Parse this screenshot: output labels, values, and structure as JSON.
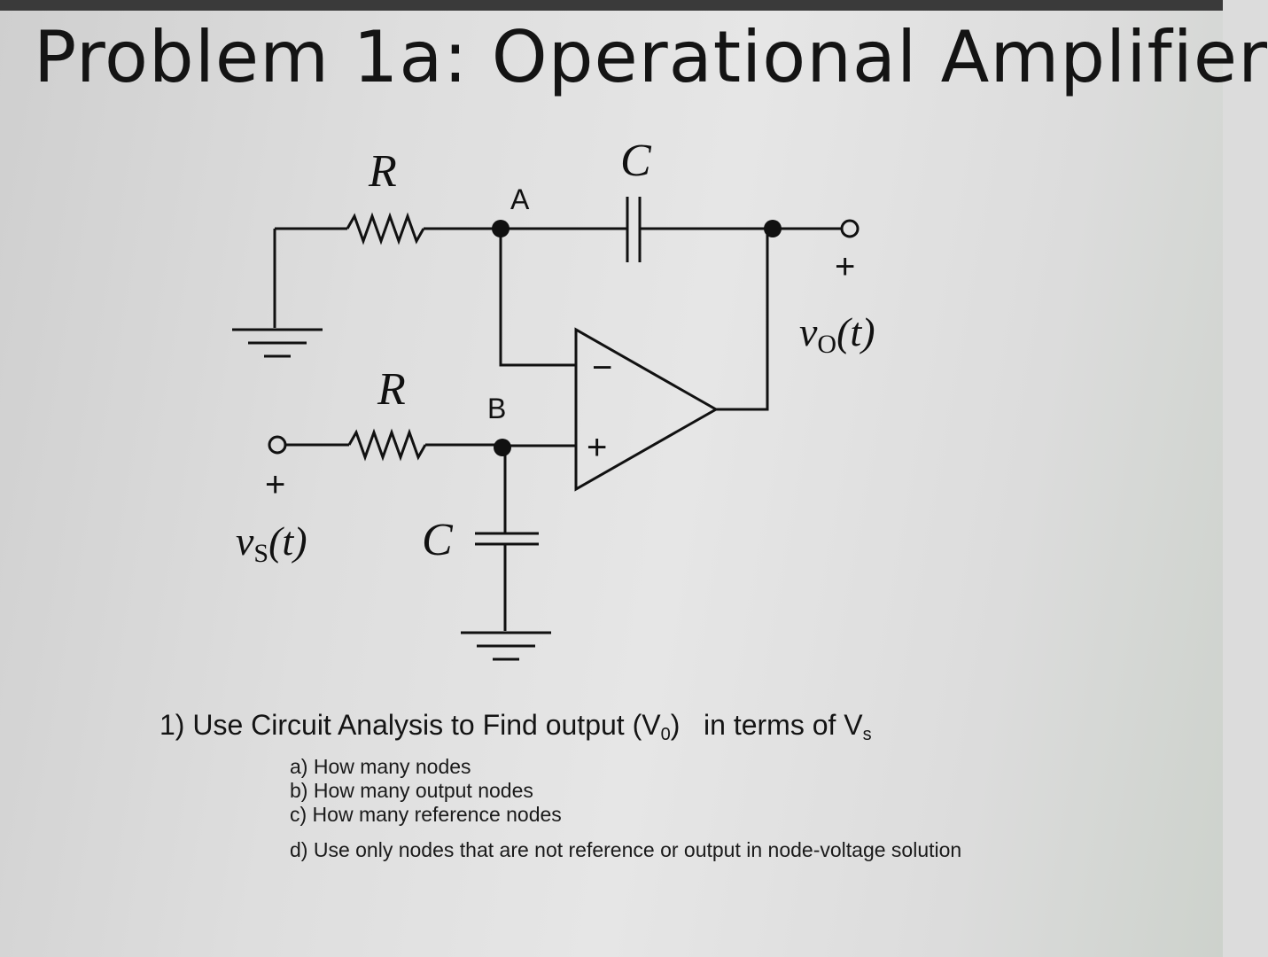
{
  "title": "Problem 1a: Operational Amplifier",
  "diagram": {
    "labels": {
      "r_top": "R",
      "c_top": "C",
      "node_a": "A",
      "r_bottom": "R",
      "node_b": "B",
      "c_bottom": "C",
      "plus_out": "+",
      "vo_main": "v",
      "vo_sub": "O",
      "vo_arg": "(t)",
      "plus_in": "+",
      "vs_main": "v",
      "vs_sub": "S",
      "vs_arg": "(t)",
      "opamp_minus": "−",
      "opamp_plus": "+"
    }
  },
  "question": {
    "prefix": "1) Use Circuit Analysis to Find output (V",
    "sub_out": "0",
    "middle": ")   in terms of V",
    "sub_in": "s"
  },
  "subquestions": [
    "a) How many nodes",
    "b) How many output nodes",
    "c) How many reference nodes",
    "d) Use only nodes that are not reference or output in node-voltage solution"
  ]
}
